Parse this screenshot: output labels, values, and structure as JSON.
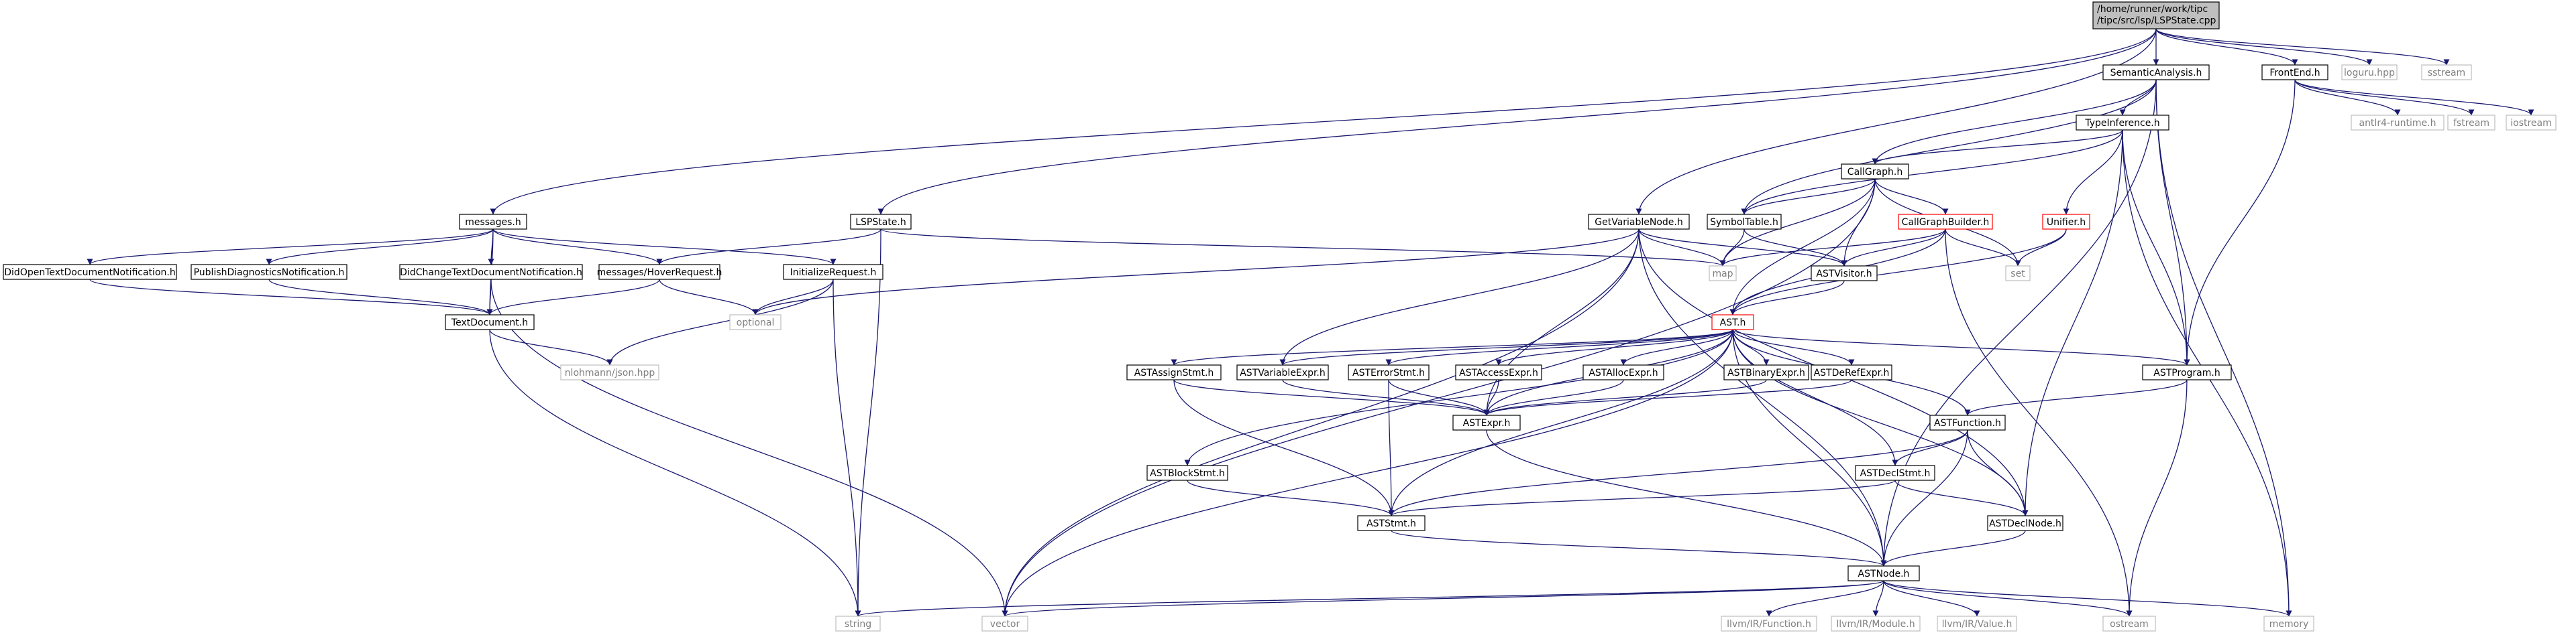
{
  "colors": {
    "edge": "#191970",
    "black_border": "#000000",
    "red_border": "#ff0000",
    "gray_border": "#bfbfbf",
    "black_text": "#000000",
    "gray_text": "#7f7f7f",
    "root_fill": "#bfbfbf",
    "node_fill": "#ffffff"
  },
  "nodes": [
    {
      "id": "root",
      "lines": [
        "/home/runner/work/tipc",
        "/tipc/src/lsp/LSPState.cpp"
      ],
      "style": "root"
    },
    {
      "id": "semantic",
      "lines": [
        "SemanticAnalysis.h"
      ],
      "style": "black"
    },
    {
      "id": "frontend",
      "lines": [
        "FrontEnd.h"
      ],
      "style": "black"
    },
    {
      "id": "loguru",
      "lines": [
        "loguru.hpp"
      ],
      "style": "gray"
    },
    {
      "id": "sstream",
      "lines": [
        "sstream"
      ],
      "style": "gray"
    },
    {
      "id": "typeinf",
      "lines": [
        "TypeInference.h"
      ],
      "style": "black"
    },
    {
      "id": "antlr",
      "lines": [
        "antlr4-runtime.h"
      ],
      "style": "gray"
    },
    {
      "id": "fstream",
      "lines": [
        "fstream"
      ],
      "style": "gray"
    },
    {
      "id": "iostream",
      "lines": [
        "iostream"
      ],
      "style": "gray"
    },
    {
      "id": "callgraph",
      "lines": [
        "CallGraph.h"
      ],
      "style": "black"
    },
    {
      "id": "messages",
      "lines": [
        "messages.h"
      ],
      "style": "black"
    },
    {
      "id": "lspstate",
      "lines": [
        "LSPState.h"
      ],
      "style": "black"
    },
    {
      "id": "getvar",
      "lines": [
        "GetVariableNode.h"
      ],
      "style": "black"
    },
    {
      "id": "symtab",
      "lines": [
        "SymbolTable.h"
      ],
      "style": "black"
    },
    {
      "id": "cgbuilder",
      "lines": [
        "CallGraphBuilder.h"
      ],
      "style": "red"
    },
    {
      "id": "unifier",
      "lines": [
        "Unifier.h"
      ],
      "style": "red"
    },
    {
      "id": "didopen",
      "lines": [
        "DidOpenTextDocumentNotification.h"
      ],
      "style": "black"
    },
    {
      "id": "publish",
      "lines": [
        "PublishDiagnosticsNotification.h"
      ],
      "style": "black"
    },
    {
      "id": "didchange",
      "lines": [
        "DidChangeTextDocumentNotification.h"
      ],
      "style": "black"
    },
    {
      "id": "hover",
      "lines": [
        "messages/HoverRequest.h"
      ],
      "style": "black"
    },
    {
      "id": "initreq",
      "lines": [
        "InitializeRequest.h"
      ],
      "style": "black"
    },
    {
      "id": "map",
      "lines": [
        "map"
      ],
      "style": "gray"
    },
    {
      "id": "astvisitor",
      "lines": [
        "ASTVisitor.h"
      ],
      "style": "black"
    },
    {
      "id": "set",
      "lines": [
        "set"
      ],
      "style": "gray"
    },
    {
      "id": "textdoc",
      "lines": [
        "TextDocument.h"
      ],
      "style": "black"
    },
    {
      "id": "optional",
      "lines": [
        "optional"
      ],
      "style": "gray"
    },
    {
      "id": "asth",
      "lines": [
        "AST.h"
      ],
      "style": "red"
    },
    {
      "id": "nlohmann",
      "lines": [
        "nlohmann/json.hpp"
      ],
      "style": "gray"
    },
    {
      "id": "assign",
      "lines": [
        "ASTAssignStmt.h"
      ],
      "style": "black"
    },
    {
      "id": "varexpr",
      "lines": [
        "ASTVariableExpr.h"
      ],
      "style": "black"
    },
    {
      "id": "errorstmt",
      "lines": [
        "ASTErrorStmt.h"
      ],
      "style": "black"
    },
    {
      "id": "access",
      "lines": [
        "ASTAccessExpr.h"
      ],
      "style": "black"
    },
    {
      "id": "alloc",
      "lines": [
        "ASTAllocExpr.h"
      ],
      "style": "black"
    },
    {
      "id": "binary",
      "lines": [
        "ASTBinaryExpr.h"
      ],
      "style": "black"
    },
    {
      "id": "deref",
      "lines": [
        "ASTDeRefExpr.h"
      ],
      "style": "black"
    },
    {
      "id": "program",
      "lines": [
        "ASTProgram.h"
      ],
      "style": "black"
    },
    {
      "id": "expr",
      "lines": [
        "ASTExpr.h"
      ],
      "style": "black"
    },
    {
      "id": "function",
      "lines": [
        "ASTFunction.h"
      ],
      "style": "black"
    },
    {
      "id": "block",
      "lines": [
        "ASTBlockStmt.h"
      ],
      "style": "black"
    },
    {
      "id": "declstmt",
      "lines": [
        "ASTDeclStmt.h"
      ],
      "style": "black"
    },
    {
      "id": "stmt",
      "lines": [
        "ASTStmt.h"
      ],
      "style": "black"
    },
    {
      "id": "declnode",
      "lines": [
        "ASTDeclNode.h"
      ],
      "style": "black"
    },
    {
      "id": "node",
      "lines": [
        "ASTNode.h"
      ],
      "style": "black"
    },
    {
      "id": "string",
      "lines": [
        "string"
      ],
      "style": "gray"
    },
    {
      "id": "vector",
      "lines": [
        "vector"
      ],
      "style": "gray"
    },
    {
      "id": "llvmfunc",
      "lines": [
        "llvm/IR/Function.h"
      ],
      "style": "gray"
    },
    {
      "id": "llvmmod",
      "lines": [
        "llvm/IR/Module.h"
      ],
      "style": "gray"
    },
    {
      "id": "llvmval",
      "lines": [
        "llvm/IR/Value.h"
      ],
      "style": "gray"
    },
    {
      "id": "ostream",
      "lines": [
        "ostream"
      ],
      "style": "gray"
    },
    {
      "id": "memory",
      "lines": [
        "memory"
      ],
      "style": "gray"
    }
  ],
  "edges": [
    [
      "root",
      "semantic"
    ],
    [
      "root",
      "frontend"
    ],
    [
      "root",
      "loguru"
    ],
    [
      "root",
      "sstream"
    ],
    [
      "root",
      "messages"
    ],
    [
      "root",
      "lspstate"
    ],
    [
      "root",
      "getvar"
    ],
    [
      "frontend",
      "antlr"
    ],
    [
      "frontend",
      "fstream"
    ],
    [
      "frontend",
      "iostream"
    ],
    [
      "frontend",
      "program"
    ],
    [
      "semantic",
      "typeinf"
    ],
    [
      "semantic",
      "callgraph"
    ],
    [
      "semantic",
      "symtab"
    ],
    [
      "semantic",
      "program"
    ],
    [
      "semantic",
      "node"
    ],
    [
      "semantic",
      "memory"
    ],
    [
      "typeinf",
      "callgraph"
    ],
    [
      "typeinf",
      "symtab"
    ],
    [
      "typeinf",
      "unifier"
    ],
    [
      "typeinf",
      "program"
    ],
    [
      "typeinf",
      "declnode"
    ],
    [
      "typeinf",
      "memory"
    ],
    [
      "callgraph",
      "symtab"
    ],
    [
      "callgraph",
      "cgbuilder"
    ],
    [
      "callgraph",
      "map"
    ],
    [
      "callgraph",
      "astvisitor"
    ],
    [
      "callgraph",
      "set"
    ],
    [
      "callgraph",
      "asth"
    ],
    [
      "callgraph",
      "vector"
    ],
    [
      "symtab",
      "map"
    ],
    [
      "symtab",
      "astvisitor"
    ],
    [
      "cgbuilder",
      "map"
    ],
    [
      "cgbuilder",
      "astvisitor"
    ],
    [
      "cgbuilder",
      "set"
    ],
    [
      "cgbuilder",
      "asth"
    ],
    [
      "cgbuilder",
      "ostream"
    ],
    [
      "unifier",
      "set"
    ],
    [
      "unifier",
      "asth"
    ],
    [
      "messages",
      "didopen"
    ],
    [
      "messages",
      "publish"
    ],
    [
      "messages",
      "didchange"
    ],
    [
      "messages",
      "hover"
    ],
    [
      "messages",
      "initreq"
    ],
    [
      "messages",
      "textdoc"
    ],
    [
      "didopen",
      "textdoc"
    ],
    [
      "publish",
      "textdoc"
    ],
    [
      "didchange",
      "textdoc"
    ],
    [
      "didchange",
      "vector"
    ],
    [
      "hover",
      "textdoc"
    ],
    [
      "hover",
      "optional"
    ],
    [
      "initreq",
      "optional"
    ],
    [
      "initreq",
      "nlohmann"
    ],
    [
      "initreq",
      "string"
    ],
    [
      "lspstate",
      "hover"
    ],
    [
      "lspstate",
      "map"
    ],
    [
      "lspstate",
      "string"
    ],
    [
      "getvar",
      "astvisitor"
    ],
    [
      "getvar",
      "map"
    ],
    [
      "getvar",
      "varexpr"
    ],
    [
      "getvar",
      "optional"
    ],
    [
      "getvar",
      "declnode"
    ],
    [
      "getvar",
      "node"
    ],
    [
      "getvar",
      "vector"
    ],
    [
      "getvar",
      "expr"
    ],
    [
      "textdoc",
      "nlohmann"
    ],
    [
      "textdoc",
      "string"
    ],
    [
      "astvisitor",
      "asth"
    ],
    [
      "asth",
      "assign"
    ],
    [
      "asth",
      "varexpr"
    ],
    [
      "asth",
      "errorstmt"
    ],
    [
      "asth",
      "access"
    ],
    [
      "asth",
      "alloc"
    ],
    [
      "asth",
      "binary"
    ],
    [
      "asth",
      "deref"
    ],
    [
      "asth",
      "program"
    ],
    [
      "asth",
      "expr"
    ],
    [
      "asth",
      "function"
    ],
    [
      "asth",
      "block"
    ],
    [
      "asth",
      "declstmt"
    ],
    [
      "asth",
      "stmt"
    ],
    [
      "asth",
      "declnode"
    ],
    [
      "asth",
      "node"
    ],
    [
      "asth",
      "vector"
    ],
    [
      "assign",
      "expr"
    ],
    [
      "assign",
      "stmt"
    ],
    [
      "varexpr",
      "expr"
    ],
    [
      "errorstmt",
      "expr"
    ],
    [
      "errorstmt",
      "stmt"
    ],
    [
      "access",
      "expr"
    ],
    [
      "alloc",
      "expr"
    ],
    [
      "binary",
      "expr"
    ],
    [
      "deref",
      "expr"
    ],
    [
      "program",
      "function"
    ],
    [
      "program",
      "ostream"
    ],
    [
      "expr",
      "node"
    ],
    [
      "function",
      "declstmt"
    ],
    [
      "function",
      "declnode"
    ],
    [
      "function",
      "node"
    ],
    [
      "function",
      "stmt"
    ],
    [
      "block",
      "stmt"
    ],
    [
      "declstmt",
      "declnode"
    ],
    [
      "declstmt",
      "stmt"
    ],
    [
      "stmt",
      "node"
    ],
    [
      "declnode",
      "node"
    ],
    [
      "node",
      "string"
    ],
    [
      "node",
      "vector"
    ],
    [
      "node",
      "llvmfunc"
    ],
    [
      "node",
      "llvmmod"
    ],
    [
      "node",
      "llvmval"
    ],
    [
      "node",
      "ostream"
    ],
    [
      "node",
      "memory"
    ]
  ]
}
